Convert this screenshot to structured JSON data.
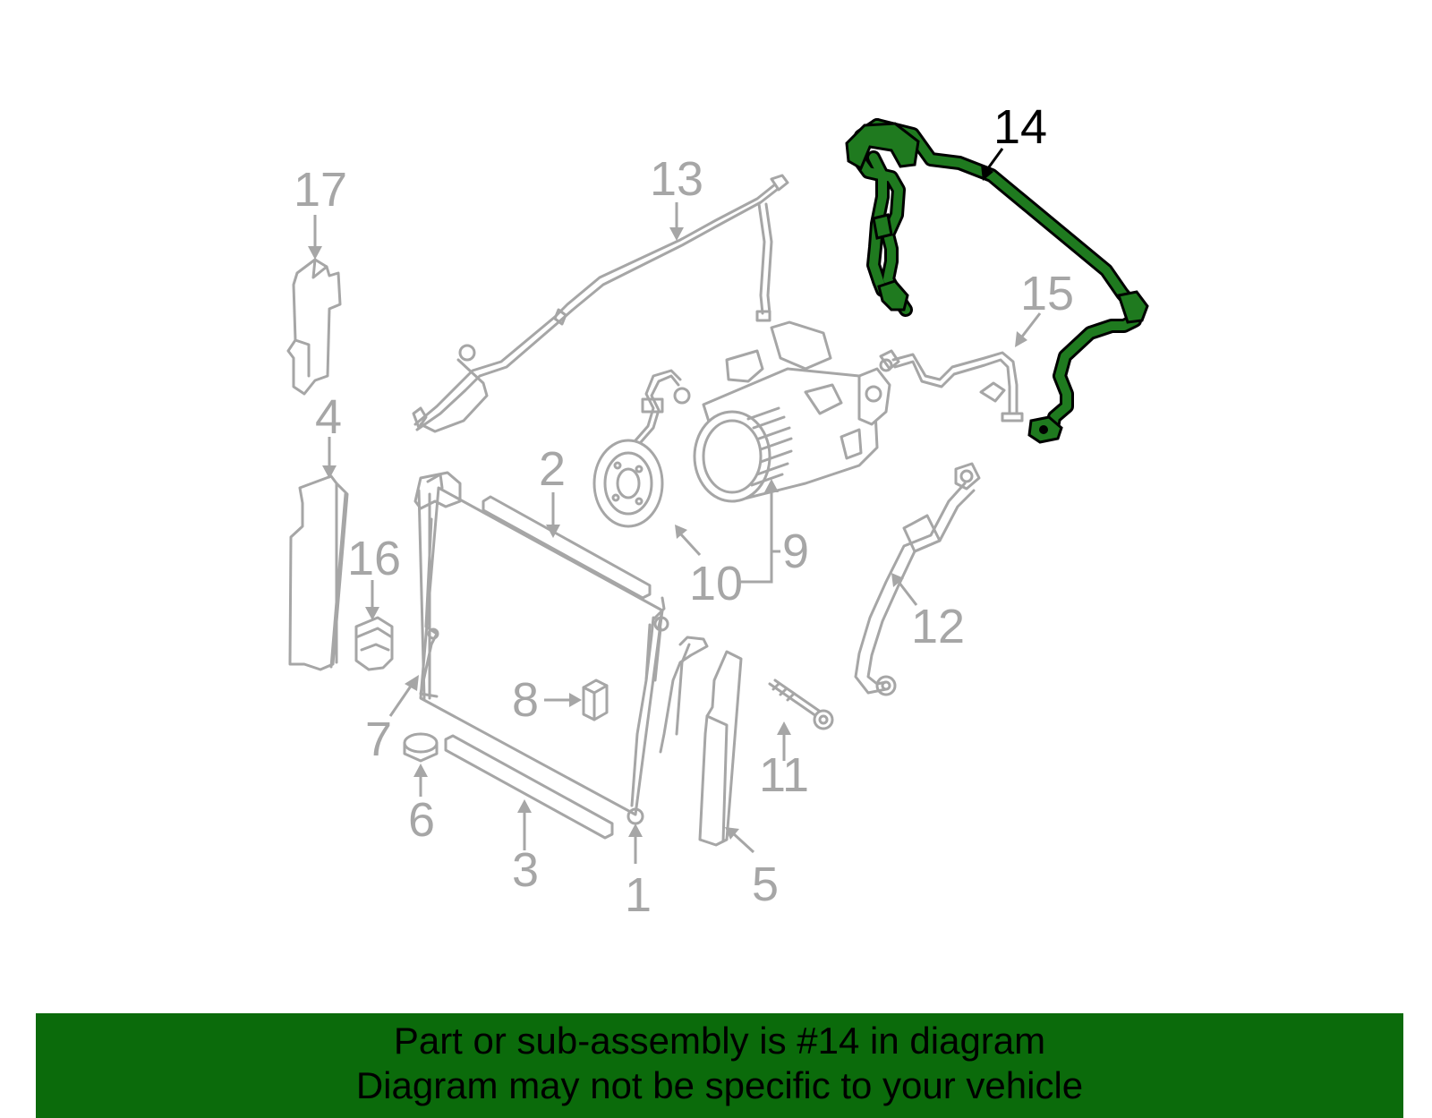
{
  "diagram": {
    "highlighted_part": "14",
    "callouts": [
      "1",
      "2",
      "3",
      "4",
      "5",
      "6",
      "7",
      "8",
      "9",
      "10",
      "11",
      "12",
      "13",
      "14",
      "15",
      "16",
      "17"
    ],
    "colors": {
      "highlight_fill": "#1f7a1f",
      "highlight_outline": "#000000",
      "part_lines": "#a6a6a6",
      "banner": "#0b6b0b"
    }
  },
  "banner": {
    "line1": "Part or sub-assembly is #14 in diagram",
    "line2": "Diagram may not be specific to your vehicle"
  }
}
